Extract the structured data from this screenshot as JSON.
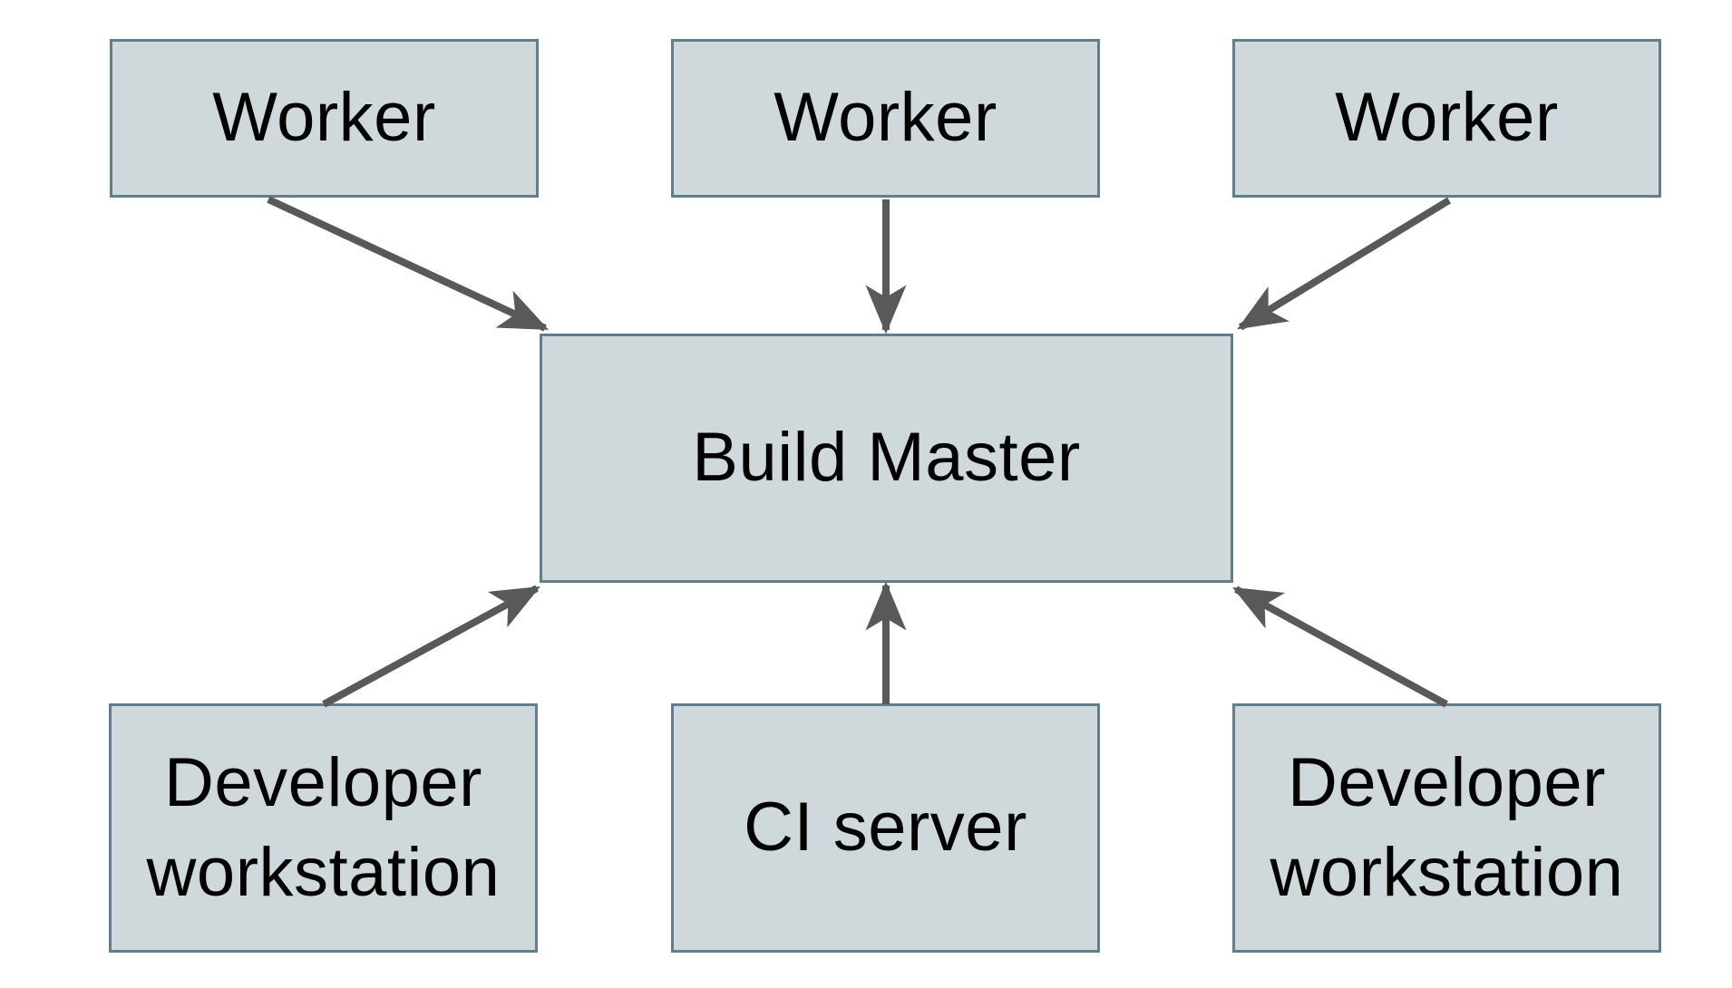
{
  "diagram": {
    "type": "architecture-diagram",
    "nodes": {
      "worker_1": {
        "label": "Worker"
      },
      "worker_2": {
        "label": "Worker"
      },
      "worker_3": {
        "label": "Worker"
      },
      "build_master": {
        "label": "Build Master"
      },
      "developer_workstation_left": {
        "label": "Developer workstation"
      },
      "ci_server": {
        "label": "CI server"
      },
      "developer_workstation_right": {
        "label": "Developer workstation"
      }
    },
    "edges": [
      {
        "from": "worker_1",
        "to": "build_master"
      },
      {
        "from": "worker_2",
        "to": "build_master"
      },
      {
        "from": "worker_3",
        "to": "build_master"
      },
      {
        "from": "developer_workstation_left",
        "to": "build_master"
      },
      {
        "from": "ci_server",
        "to": "build_master"
      },
      {
        "from": "developer_workstation_right",
        "to": "build_master"
      }
    ],
    "colors": {
      "node_fill": "#cfd8da",
      "node_border": "#627e8c",
      "arrow": "#595959",
      "label_text": "#000000",
      "background": "#ffffff"
    }
  }
}
